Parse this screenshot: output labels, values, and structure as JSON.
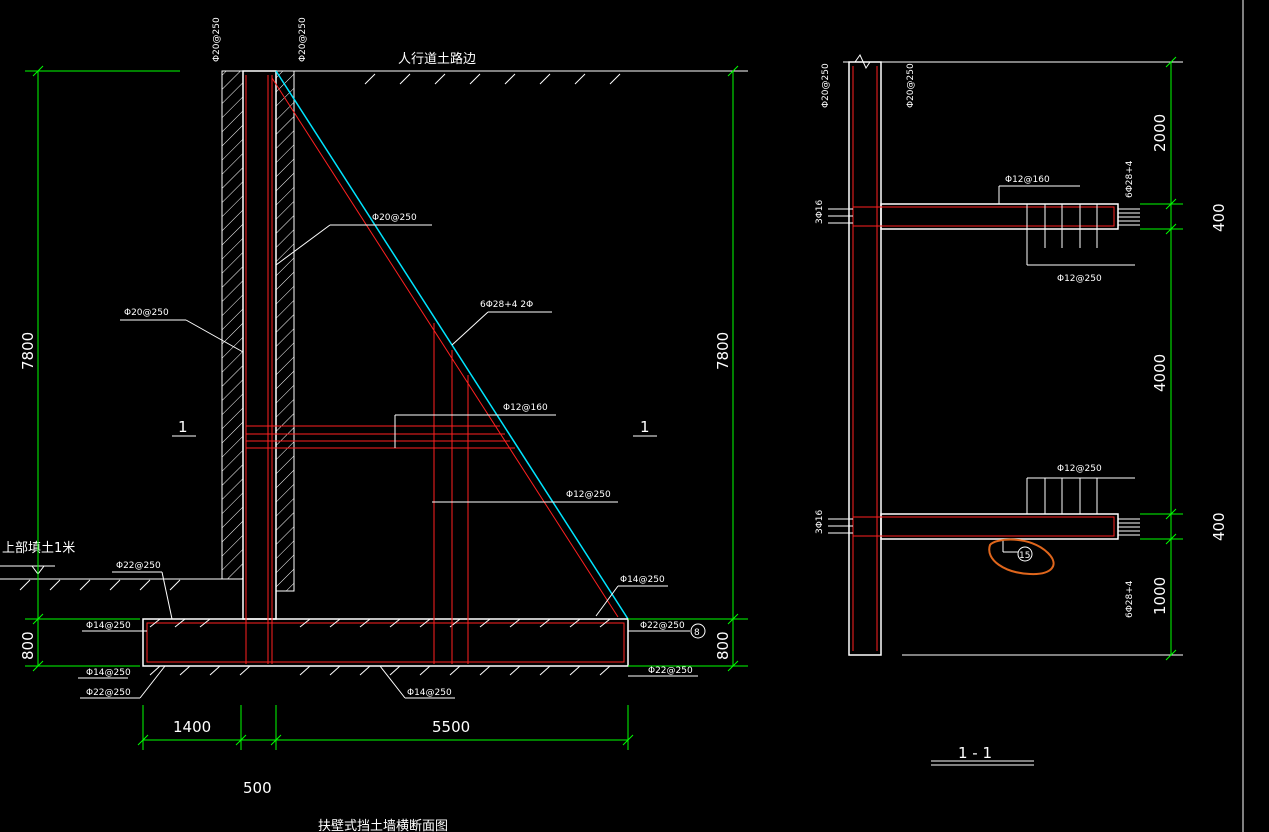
{
  "colors": {
    "background": "#000000",
    "concrete_outline": "#ffffff",
    "rebar": "#ff2020",
    "dimension": "#00ff00",
    "slope_line": "#00e5ff",
    "highlight": "#e0661c",
    "text": "#ffffff"
  },
  "main_section": {
    "top_label": "人行道土路边",
    "left_fill_label": "上部填土1米",
    "bottom_title": "扶壁式挡土墙横断面图",
    "section_mark_left": "1",
    "section_mark_right": "1",
    "dim_height_left": "7800",
    "dim_height_right": "7800",
    "dim_base_left": "800",
    "dim_base_right": "800",
    "dim_toe": "1400",
    "dim_heel": "5500",
    "dim_wall": "500",
    "rebar_top_left": "Φ20@250",
    "rebar_top_right": "Φ20@250",
    "rebar_wall_inner": "Φ20@250",
    "rebar_wall_outer": "Φ20@250",
    "rebar_slope": "6Φ28+4 2Φ",
    "rebar_mid_h": "Φ12@160",
    "rebar_mid_v": "Φ12@250",
    "rebar_toe_top": "Φ22@250",
    "rebar_toe_dist": "Φ14@250",
    "rebar_heel_top_dist": "Φ14@250",
    "rebar_heel_top_main": "Φ22@250",
    "rebar_bottom_dist_left": "Φ14@250",
    "rebar_bottom_main_left": "Φ22@250",
    "rebar_bottom_dist_mid": "Φ14@250",
    "rebar_bottom_main_right": "Φ22@250",
    "callout_number": "8"
  },
  "section_1_1": {
    "title": "1 - 1",
    "dim_2000": "2000",
    "dim_400_top": "400",
    "dim_4000": "4000",
    "dim_400_bottom": "400",
    "dim_1000": "1000",
    "rebar_left_top": "Φ20@250",
    "rebar_right_top": "Φ20@250",
    "rebar_rib_top_160": "Φ12@160",
    "rebar_rib_top_250": "Φ12@250",
    "rebar_rib_bottom_250": "Φ12@250",
    "rebar_3phi16_top": "3Φ16",
    "rebar_3phi16_bottom": "3Φ16",
    "rebar_6phi28_top": "6Φ28+4",
    "rebar_6phi28_bottom": "6Φ28+4",
    "callout_number": "15"
  }
}
